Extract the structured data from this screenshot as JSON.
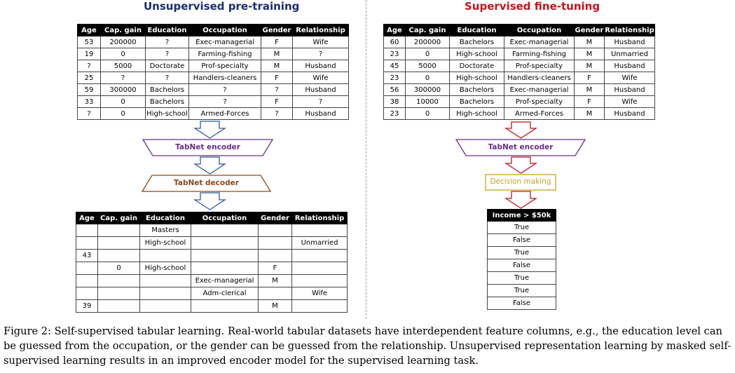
{
  "left": {
    "heading": "Unsupervised pre-training",
    "heading_color": "#1a2e6b",
    "encoder_label": "TabNet encoder",
    "encoder_color": "#6b2d8a",
    "decoder_label": "TabNet decoder",
    "decoder_color": "#8a4a1a",
    "arrow_color": "#2e5b9a",
    "input_table": {
      "headers": [
        "Age",
        "Cap. gain",
        "Education",
        "Occupation",
        "Gender",
        "Relationship"
      ],
      "rows": [
        [
          "53",
          "200000",
          "?",
          "Exec-managerial",
          "F",
          "Wife"
        ],
        [
          "19",
          "0",
          "?",
          "Farming-fishing",
          "M",
          "?"
        ],
        [
          "?",
          "5000",
          "Doctorate",
          "Prof-specialty",
          "M",
          "Husband"
        ],
        [
          "25",
          "?",
          "?",
          "Handlers-cleaners",
          "F",
          "Wife"
        ],
        [
          "59",
          "300000",
          "Bachelors",
          "?",
          "?",
          "Husband"
        ],
        [
          "33",
          "0",
          "Bachelors",
          "?",
          "F",
          "?"
        ],
        [
          "?",
          "0",
          "High-school",
          "Armed-Forces",
          "?",
          "Husband"
        ]
      ]
    },
    "output_table": {
      "headers": [
        "Age",
        "Cap. gain",
        "Education",
        "Occupation",
        "Gender",
        "Relationship"
      ],
      "rows": [
        [
          "",
          "",
          "Masters",
          "",
          "",
          ""
        ],
        [
          "",
          "",
          "High-school",
          "",
          "",
          "Unmarried"
        ],
        [
          "43",
          "",
          "",
          "",
          "",
          ""
        ],
        [
          "",
          "0",
          "High-school",
          "",
          "F",
          ""
        ],
        [
          "",
          "",
          "",
          "Exec-managerial",
          "M",
          ""
        ],
        [
          "",
          "",
          "",
          "Adm-clerical",
          "",
          "Wife"
        ],
        [
          "39",
          "",
          "",
          "",
          "M",
          ""
        ]
      ]
    }
  },
  "right": {
    "heading": "Supervised fine-tuning",
    "heading_color": "#c0161c",
    "encoder_label": "TabNet encoder",
    "encoder_color": "#6b2d8a",
    "decision_label": "Decision making",
    "decision_color": "#c9a227",
    "arrow_color": "#c0161c",
    "input_table": {
      "headers": [
        "Age",
        "Cap. gain",
        "Education",
        "Occupation",
        "Gender",
        "Relationship"
      ],
      "rows": [
        [
          "60",
          "200000",
          "Bachelors",
          "Exec-managerial",
          "M",
          "Husband"
        ],
        [
          "23",
          "0",
          "High-school",
          "Farming-fishing",
          "M",
          "Unmarried"
        ],
        [
          "45",
          "5000",
          "Doctorate",
          "Prof-specialty",
          "M",
          "Husband"
        ],
        [
          "23",
          "0",
          "High-school",
          "Handlers-cleaners",
          "F",
          "Wife"
        ],
        [
          "56",
          "300000",
          "Bachelors",
          "Exec-managerial",
          "M",
          "Husband"
        ],
        [
          "38",
          "10000",
          "Bachelors",
          "Prof-specialty",
          "F",
          "Wife"
        ],
        [
          "23",
          "0",
          "High-school",
          "Armed-Forces",
          "M",
          "Husband"
        ]
      ]
    },
    "output_table": {
      "headers": [
        "Income > $50k"
      ],
      "rows": [
        [
          "True"
        ],
        [
          "False"
        ],
        [
          "True"
        ],
        [
          "False"
        ],
        [
          "True"
        ],
        [
          "True"
        ],
        [
          "False"
        ]
      ]
    }
  },
  "caption": "Figure 2: Self-supervised tabular learning. Real-world tabular datasets have interdependent feature columns, e.g., the education level can be guessed from the occupation, or the gender can be guessed from the relationship. Unsupervised representation learning by masked self-supervised learning results in an improved encoder model for the supervised learning task."
}
